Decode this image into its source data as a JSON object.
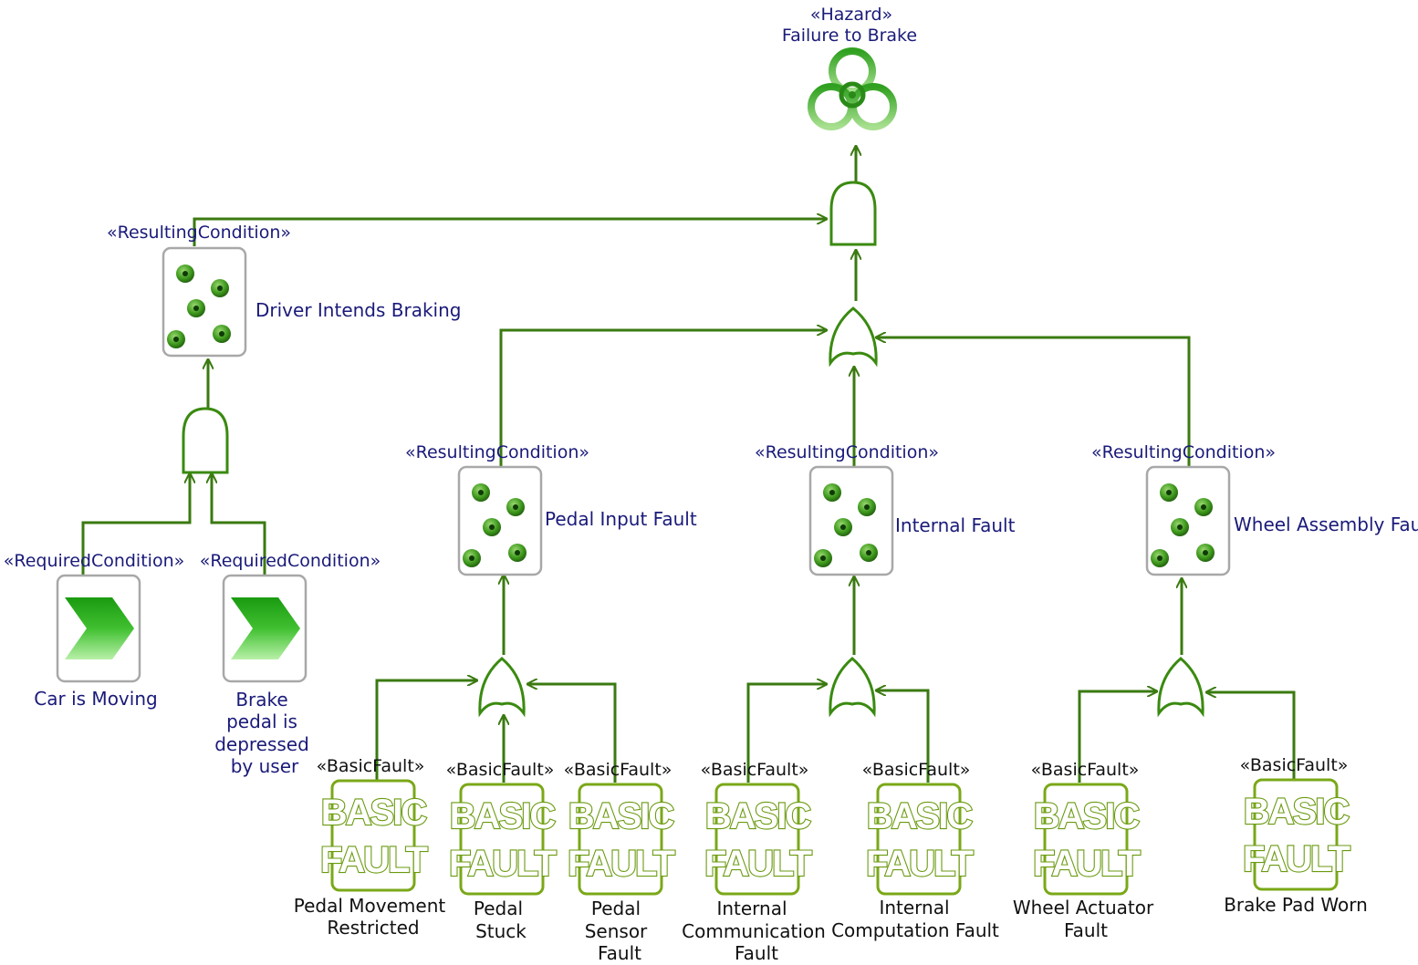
{
  "hazard": {
    "stereotype": "«Hazard»",
    "name": "Failure to Brake"
  },
  "conditions": {
    "driver": {
      "stereotype": "«ResultingCondition»",
      "name": "Driver Intends Braking"
    },
    "pedal_input": {
      "stereotype": "«ResultingCondition»",
      "name": "Pedal Input Fault"
    },
    "internal": {
      "stereotype": "«ResultingCondition»",
      "name": "Internal Fault"
    },
    "wheel_assembly": {
      "stereotype": "«ResultingCondition»",
      "name": "Wheel Assembly Fault"
    }
  },
  "required": {
    "car_moving": {
      "stereotype": "«RequiredCondition»",
      "name": "Car is Moving"
    },
    "brake_pedal": {
      "stereotype": "«RequiredCondition»",
      "lines": [
        "Brake",
        "pedal is",
        "depressed",
        "by user"
      ]
    }
  },
  "basic_fault_icon": {
    "line1": "BASIC",
    "line2": "FAULT"
  },
  "faults": [
    {
      "stereotype": "«BasicFault»",
      "lines": [
        "Pedal Movement",
        "Restricted"
      ]
    },
    {
      "stereotype": "«BasicFault»",
      "lines": [
        "Pedal",
        "Stuck"
      ]
    },
    {
      "stereotype": "«BasicFault»",
      "lines": [
        "Pedal",
        "Sensor",
        "Fault"
      ]
    },
    {
      "stereotype": "«BasicFault»",
      "lines": [
        "Internal",
        "Communication",
        "Fault"
      ]
    },
    {
      "stereotype": "«BasicFault»",
      "lines": [
        "Internal",
        "Computation Fault"
      ]
    },
    {
      "stereotype": "«BasicFault»",
      "lines": [
        "Wheel Actuator",
        "Fault"
      ]
    },
    {
      "stereotype": "«BasicFault»",
      "lines": [
        "Brake Pad Worn"
      ]
    }
  ],
  "gates": [
    {
      "id": "top",
      "type": "AND"
    },
    {
      "id": "middle",
      "type": "OR"
    },
    {
      "id": "driver",
      "type": "AND"
    },
    {
      "id": "pedal",
      "type": "OR"
    },
    {
      "id": "internal",
      "type": "OR"
    },
    {
      "id": "wheel",
      "type": "OR"
    }
  ],
  "colors": {
    "wire": "#3a7a10",
    "gate": "#3a8a10",
    "text": "#1a1a7a",
    "fault": "#6a9a10"
  }
}
